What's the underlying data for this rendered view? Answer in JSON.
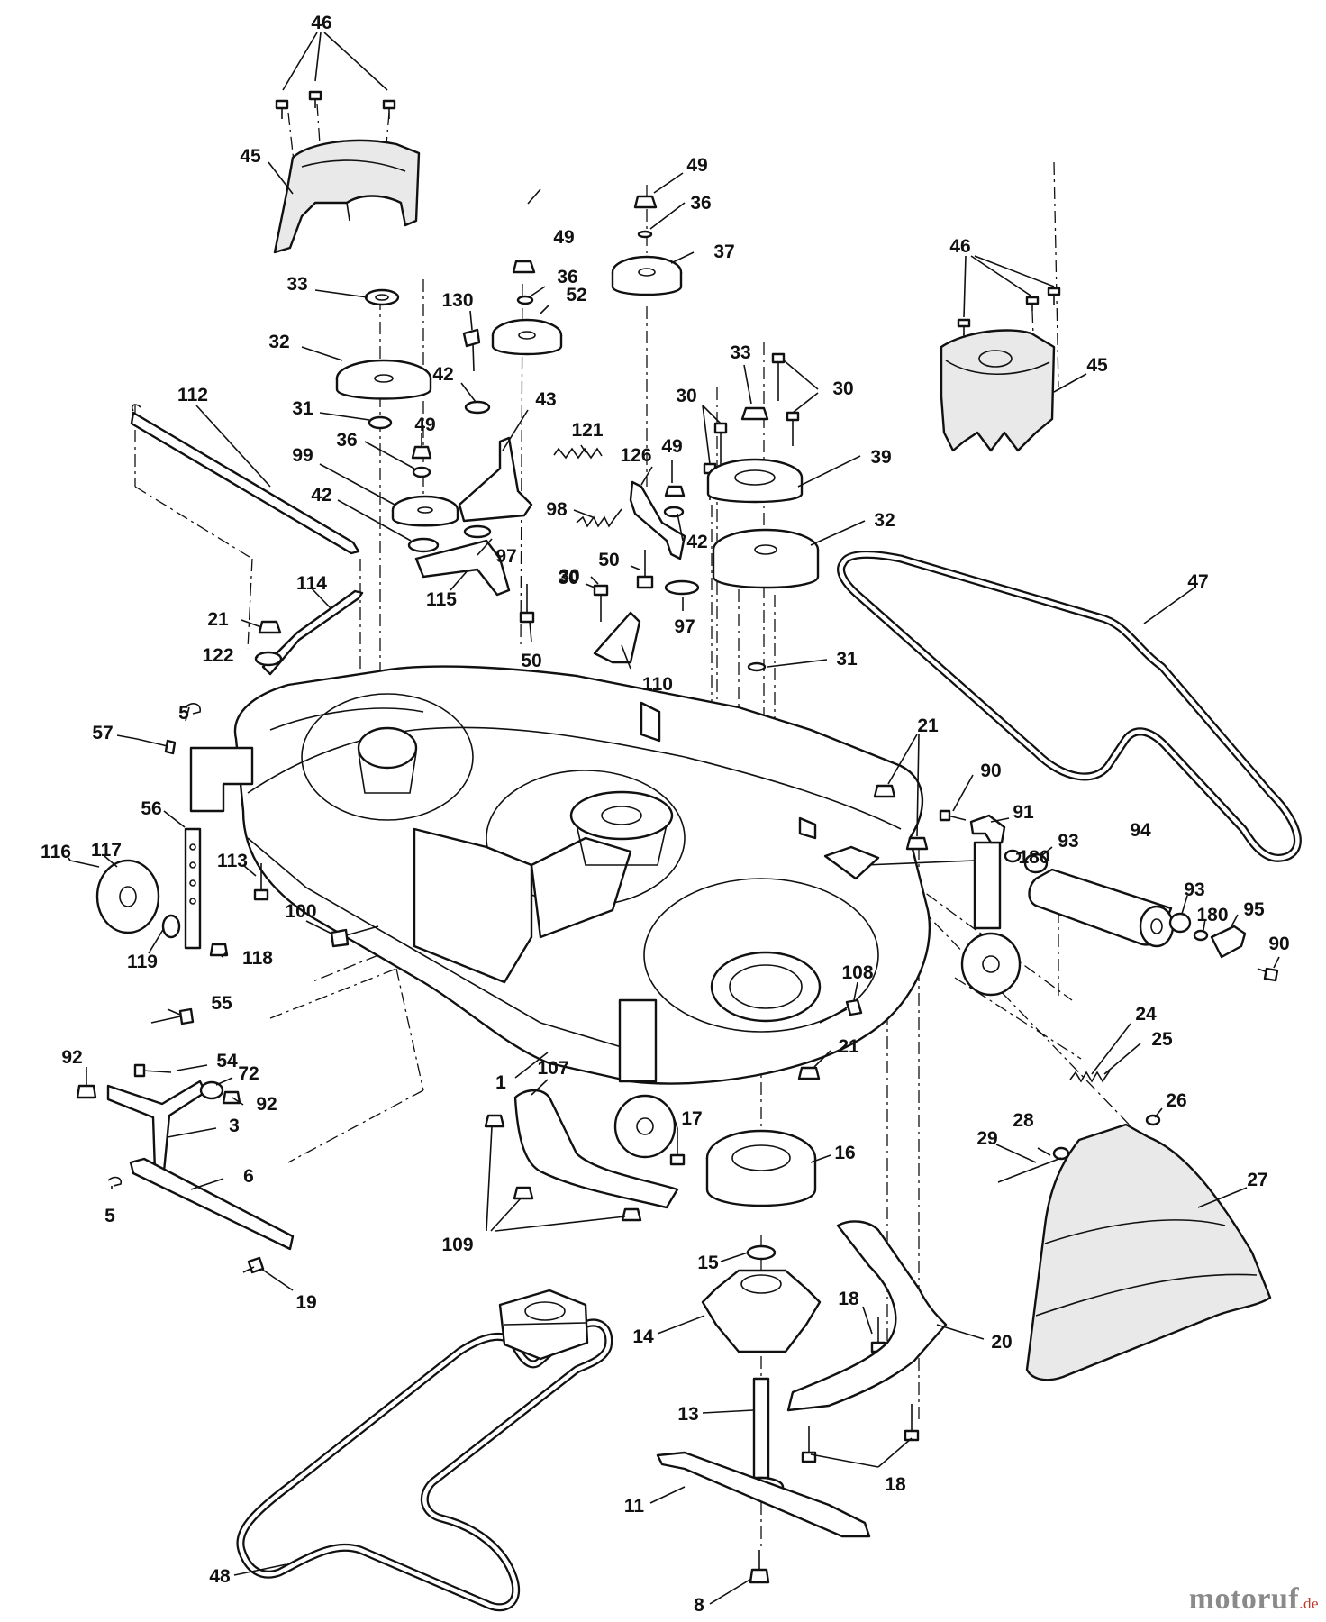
{
  "brand": {
    "name": "motoruf",
    "tld": ".de"
  },
  "callouts": [
    {
      "id": "c46a",
      "label": "46"
    },
    {
      "id": "c45a",
      "label": "45"
    },
    {
      "id": "c33a",
      "label": "33"
    },
    {
      "id": "c32a",
      "label": "32"
    },
    {
      "id": "c31a",
      "label": "31"
    },
    {
      "id": "c36a",
      "label": "36"
    },
    {
      "id": "c49a",
      "label": "49"
    },
    {
      "id": "c99",
      "label": "99"
    },
    {
      "id": "c42a",
      "label": "42"
    },
    {
      "id": "c112",
      "label": "112"
    },
    {
      "id": "c114",
      "label": "114"
    },
    {
      "id": "c21a",
      "label": "21"
    },
    {
      "id": "c122",
      "label": "122"
    },
    {
      "id": "c115",
      "label": "115"
    },
    {
      "id": "c97a",
      "label": "97"
    },
    {
      "id": "c130",
      "label": "130"
    },
    {
      "id": "c42b",
      "label": "42"
    },
    {
      "id": "c43",
      "label": "43"
    },
    {
      "id": "c49b",
      "label": "49"
    },
    {
      "id": "c36b",
      "label": "36"
    },
    {
      "id": "c52",
      "label": "52"
    },
    {
      "id": "c121",
      "label": "121"
    },
    {
      "id": "c98",
      "label": "98"
    },
    {
      "id": "c50a",
      "label": "50"
    },
    {
      "id": "c30a",
      "label": "30"
    },
    {
      "id": "c49c",
      "label": "49"
    },
    {
      "id": "c36c",
      "label": "36"
    },
    {
      "id": "c37",
      "label": "37"
    },
    {
      "id": "c126",
      "label": "126"
    },
    {
      "id": "c49d",
      "label": "49"
    },
    {
      "id": "c42c",
      "label": "42"
    },
    {
      "id": "c50b",
      "label": "50"
    },
    {
      "id": "c30b",
      "label": "30"
    },
    {
      "id": "c110",
      "label": "110"
    },
    {
      "id": "c97b",
      "label": "97"
    },
    {
      "id": "c33b",
      "label": "33"
    },
    {
      "id": "c30c",
      "label": "30"
    },
    {
      "id": "c30d",
      "label": "30"
    },
    {
      "id": "c39",
      "label": "39"
    },
    {
      "id": "c32b",
      "label": "32"
    },
    {
      "id": "c31b",
      "label": "31"
    },
    {
      "id": "c46b",
      "label": "46"
    },
    {
      "id": "c45b",
      "label": "45"
    },
    {
      "id": "c47",
      "label": "47"
    },
    {
      "id": "c5a",
      "label": "5"
    },
    {
      "id": "c57",
      "label": "57"
    },
    {
      "id": "c56",
      "label": "56"
    },
    {
      "id": "c116",
      "label": "116"
    },
    {
      "id": "c117",
      "label": "117"
    },
    {
      "id": "c113",
      "label": "113"
    },
    {
      "id": "c119",
      "label": "119"
    },
    {
      "id": "c118",
      "label": "118"
    },
    {
      "id": "c100",
      "label": "100"
    },
    {
      "id": "c21b",
      "label": "21"
    },
    {
      "id": "c90a",
      "label": "90"
    },
    {
      "id": "c91",
      "label": "91"
    },
    {
      "id": "c180a",
      "label": "180"
    },
    {
      "id": "c93a",
      "label": "93"
    },
    {
      "id": "c94",
      "label": "94"
    },
    {
      "id": "c93b",
      "label": "93"
    },
    {
      "id": "c180b",
      "label": "180"
    },
    {
      "id": "c95",
      "label": "95"
    },
    {
      "id": "c90b",
      "label": "90"
    },
    {
      "id": "c108",
      "label": "108"
    },
    {
      "id": "c21c",
      "label": "21"
    },
    {
      "id": "c24",
      "label": "24"
    },
    {
      "id": "c25",
      "label": "25"
    },
    {
      "id": "c55",
      "label": "55"
    },
    {
      "id": "c92a",
      "label": "92"
    },
    {
      "id": "c54",
      "label": "54"
    },
    {
      "id": "c72",
      "label": "72"
    },
    {
      "id": "c92b",
      "label": "92"
    },
    {
      "id": "c3",
      "label": "3"
    },
    {
      "id": "c1",
      "label": "1"
    },
    {
      "id": "c107",
      "label": "107"
    },
    {
      "id": "c17",
      "label": "17"
    },
    {
      "id": "c16",
      "label": "16"
    },
    {
      "id": "c6",
      "label": "6"
    },
    {
      "id": "c5b",
      "label": "5"
    },
    {
      "id": "c109",
      "label": "109"
    },
    {
      "id": "c15",
      "label": "15"
    },
    {
      "id": "c26",
      "label": "26"
    },
    {
      "id": "c29",
      "label": "29"
    },
    {
      "id": "c28",
      "label": "28"
    },
    {
      "id": "c27",
      "label": "27"
    },
    {
      "id": "c19",
      "label": "19"
    },
    {
      "id": "c14",
      "label": "14"
    },
    {
      "id": "c18a",
      "label": "18"
    },
    {
      "id": "c20",
      "label": "20"
    },
    {
      "id": "c13",
      "label": "13"
    },
    {
      "id": "c48",
      "label": "48"
    },
    {
      "id": "c11",
      "label": "11"
    },
    {
      "id": "c18b",
      "label": "18"
    },
    {
      "id": "c8",
      "label": "8"
    }
  ]
}
